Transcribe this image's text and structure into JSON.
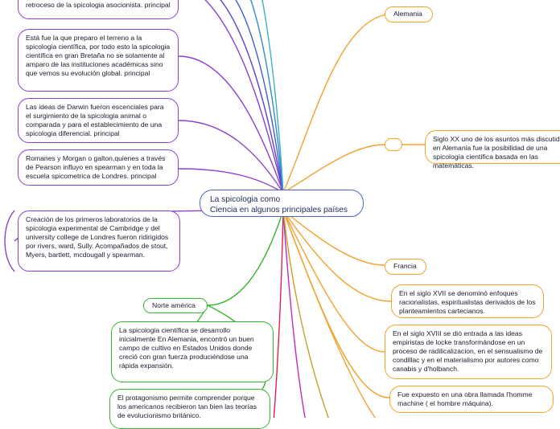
{
  "center": {
    "title_line1": "La spicologia como",
    "title_line2": "Ciencia en algunos principales países"
  },
  "left_nodes": [
    {
      "id": "retroceso",
      "text": "retroceso de la spicologia asocionista. principal"
    },
    {
      "id": "preparo",
      "text": "Está fue la que preparo el terreno a la spicologia científica, por todo esto la spicologia científica en gran Bretaña no se solamente al amparo de las instituciones académicas sino que vemos su evolución global. principal"
    },
    {
      "id": "darwin",
      "text": "Las ideas de Darwin fueron escenciales para el surgimiento de la spicologia animal o comparada y para el establecimiento de una spicologia diferencial. principal"
    },
    {
      "id": "romanes",
      "text": "Romanes y Morgan o galton,quienes a través de Pearson influyo en spearman y en toda la escuela spicometrica de Londres. principal"
    },
    {
      "id": "laboratorios",
      "text": "Creación de los primeros laboratorios de la spicologia experimental de Cambridge y del university college de Londres fueron ridirigidos por rivers, ward, Sully. Acompañados de stout, Myers, bartlett, mcdougall y spearman."
    }
  ],
  "norte_america": {
    "label": "Norte américa",
    "children": [
      {
        "id": "inicialmente",
        "text": "La spicologia científica se desarrollo inicialmente En Alemania, encontró un buen campo de cultivo en Estados Unidos donde creció con gran fuerza produciéndose una rápida expansión."
      },
      {
        "id": "protagonismo",
        "text": "El protagonismo permite comprender porque los americanos recibieron tan bien las teorías de evolucionismo británico."
      }
    ]
  },
  "alemania": {
    "label": "Alemania",
    "children": [
      {
        "id": "siglo_xx",
        "text": "Siglo XX uno de los asuntos más discutidos en Alemania fue la posibilidad de una spicología científica basada en las matemáticas."
      }
    ]
  },
  "francia": {
    "label": "Francia",
    "children": [
      {
        "id": "xvii",
        "text": "En el siglo XVII se denominó enfoques racionalistas, espiritualistas derivados de los planteamientos cartecianos."
      },
      {
        "id": "xviii",
        "text": "En el siglo XVIII se dió entrada a las ideas empiristas de locke transformándose en un proceso de radilicalizacion, en el sensualismo de condillac y en el materialismo por autores como canabis y d'holbanch."
      },
      {
        "id": "homme",
        "text": "Fue expuesto en una obra llamada l'homme machine ( el hombre máquina)."
      }
    ]
  },
  "colors": {
    "purple": "#8a3fd1",
    "blue": "#4a66c8",
    "green": "#38b52e",
    "orange": "#f2a12a",
    "red": "#d8234a",
    "magenta": "#c229b8"
  }
}
